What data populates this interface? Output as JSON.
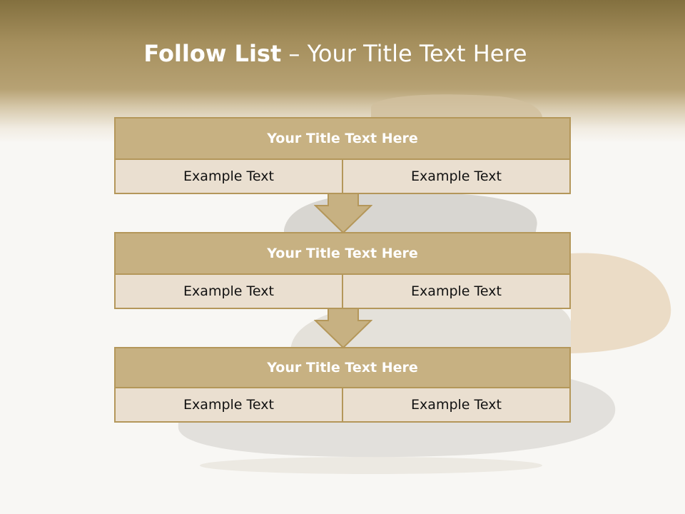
{
  "slide": {
    "title_bold": "Follow List",
    "title_rest": "– Your Title Text Here"
  },
  "blocks": [
    {
      "title": "Your Title Text Here",
      "left": "Example Text",
      "right": "Example Text"
    },
    {
      "title": "Your Title Text Here",
      "left": "Example Text",
      "right": "Example Text"
    },
    {
      "title": "Your Title Text Here",
      "left": "Example Text",
      "right": "Example Text"
    }
  ],
  "colors": {
    "header": "#a58f5d",
    "block_title": "#c7b182",
    "block_body": "#eadfd0",
    "border": "#b4975a"
  },
  "background_image": "stacked-stones"
}
